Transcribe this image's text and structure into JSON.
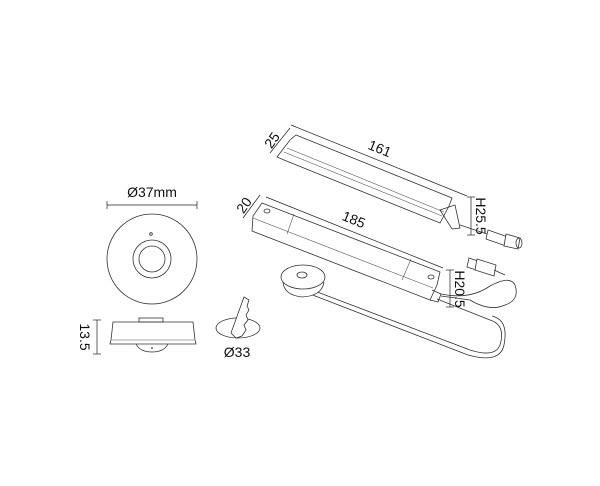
{
  "dimensions": {
    "sensor_diameter": "Ø37mm",
    "sensor_height": "13.5",
    "cutout_diameter": "Ø33",
    "driver_top_length": "161",
    "driver_top_width": "25",
    "driver_top_height": "H25.5",
    "driver_bottom_length": "185",
    "driver_bottom_width": "20",
    "driver_bottom_height": "H20.5"
  }
}
